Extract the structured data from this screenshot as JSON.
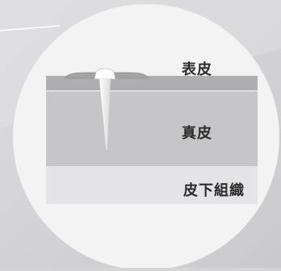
{
  "diagram": {
    "layers": {
      "epidermis": "表皮",
      "dermis": "真皮",
      "subcutaneous": "皮下組織"
    }
  },
  "colors": {
    "background": "#d4d4d6",
    "circle": "#f3f3f4",
    "epidermis": "#aeaeb0",
    "dermis": "#c6c6c8",
    "subcutaneous": "#e4e4e6",
    "needle": "#f7f7f7"
  }
}
